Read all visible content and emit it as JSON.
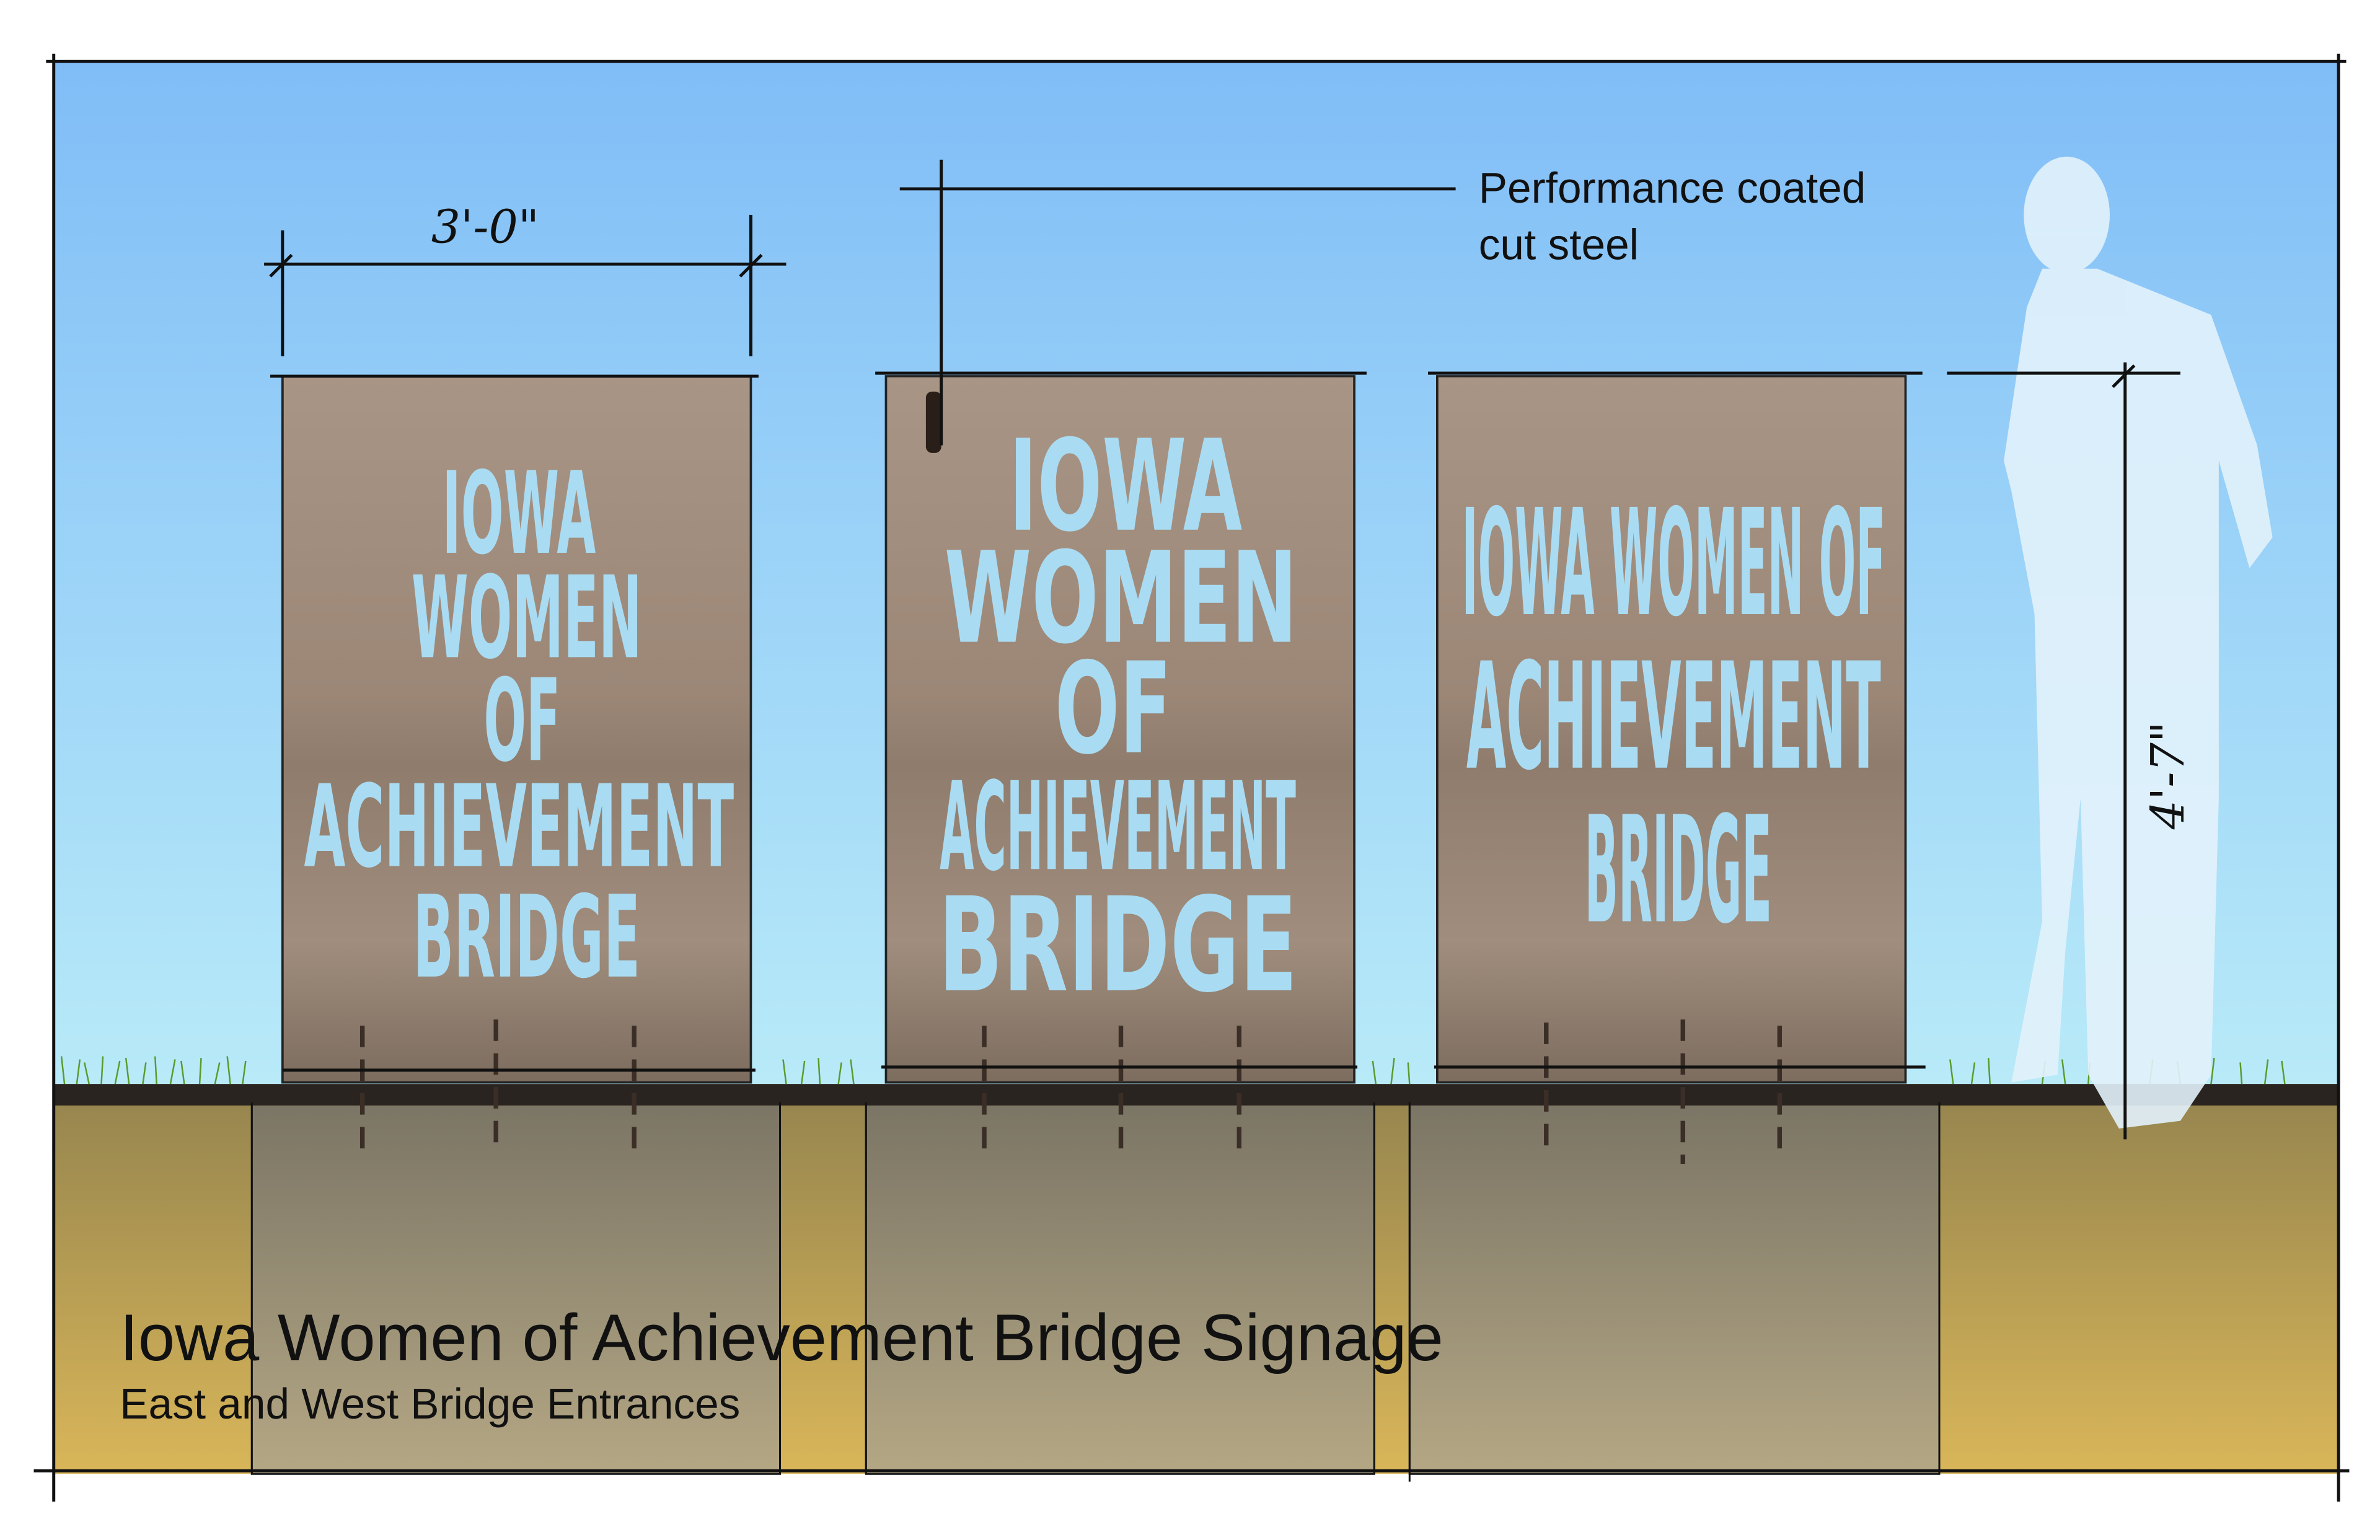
{
  "title": "Iowa Women of Achievement Bridge Signage",
  "subtitle": "East and West Bridge Entrances",
  "callout": {
    "line1": "Performance coated",
    "line2": "cut steel"
  },
  "dimensions": {
    "width": "3'-0\"",
    "height": "4'-7\""
  },
  "signs": [
    {
      "lines": [
        "IOWA",
        "WOMEN",
        "OF",
        "ACHIEVEMENT",
        "BRIDGE"
      ]
    },
    {
      "lines": [
        "IOWA",
        "WOMEN",
        "OF",
        "ACHIEVEMENT",
        "BRIDGE"
      ]
    },
    {
      "lines": [
        "IOWA WOMEN OF",
        "ACHIEVEMENT",
        "BRIDGE"
      ]
    }
  ],
  "colors": {
    "sky_top": "#80bdf7",
    "sky_bottom": "#b8eaf8",
    "sign": "#9a8676",
    "letters": "#a9dcf3",
    "soil_top": "#97864f",
    "soil_bottom": "#d9b659"
  }
}
